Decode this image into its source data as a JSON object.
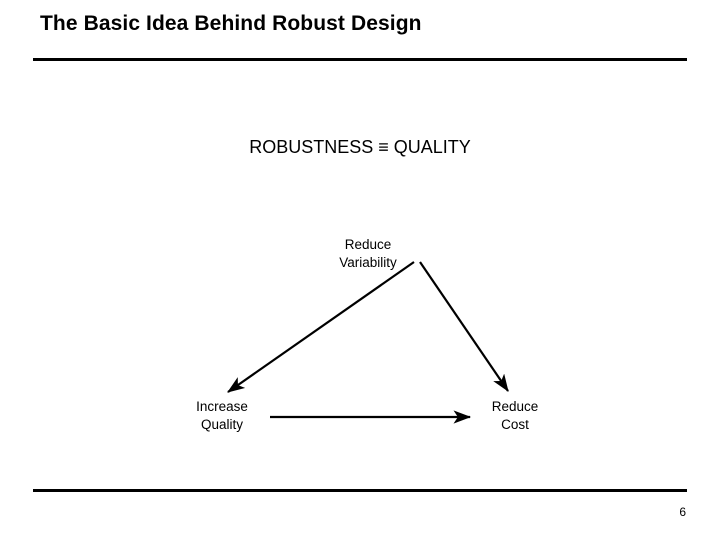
{
  "slide": {
    "title": "The Basic Idea Behind Robust Design",
    "headline": "ROBUSTNESS ≡ QUALITY",
    "page_number": "6",
    "diagram": {
      "nodes": [
        {
          "id": "reduce-variability",
          "label": "Reduce\nVariability"
        },
        {
          "id": "increase-quality",
          "label": "Increase\nQuality"
        },
        {
          "id": "reduce-cost",
          "label": "Reduce\nCost"
        }
      ],
      "arrows": [
        {
          "id": "top-to-left",
          "from": "reduce-variability",
          "to": "increase-quality"
        },
        {
          "id": "top-to-right",
          "from": "reduce-variability",
          "to": "reduce-cost"
        },
        {
          "id": "left-to-right",
          "from": "increase-quality",
          "to": "reduce-cost"
        }
      ],
      "stroke_color": "#000000"
    }
  }
}
